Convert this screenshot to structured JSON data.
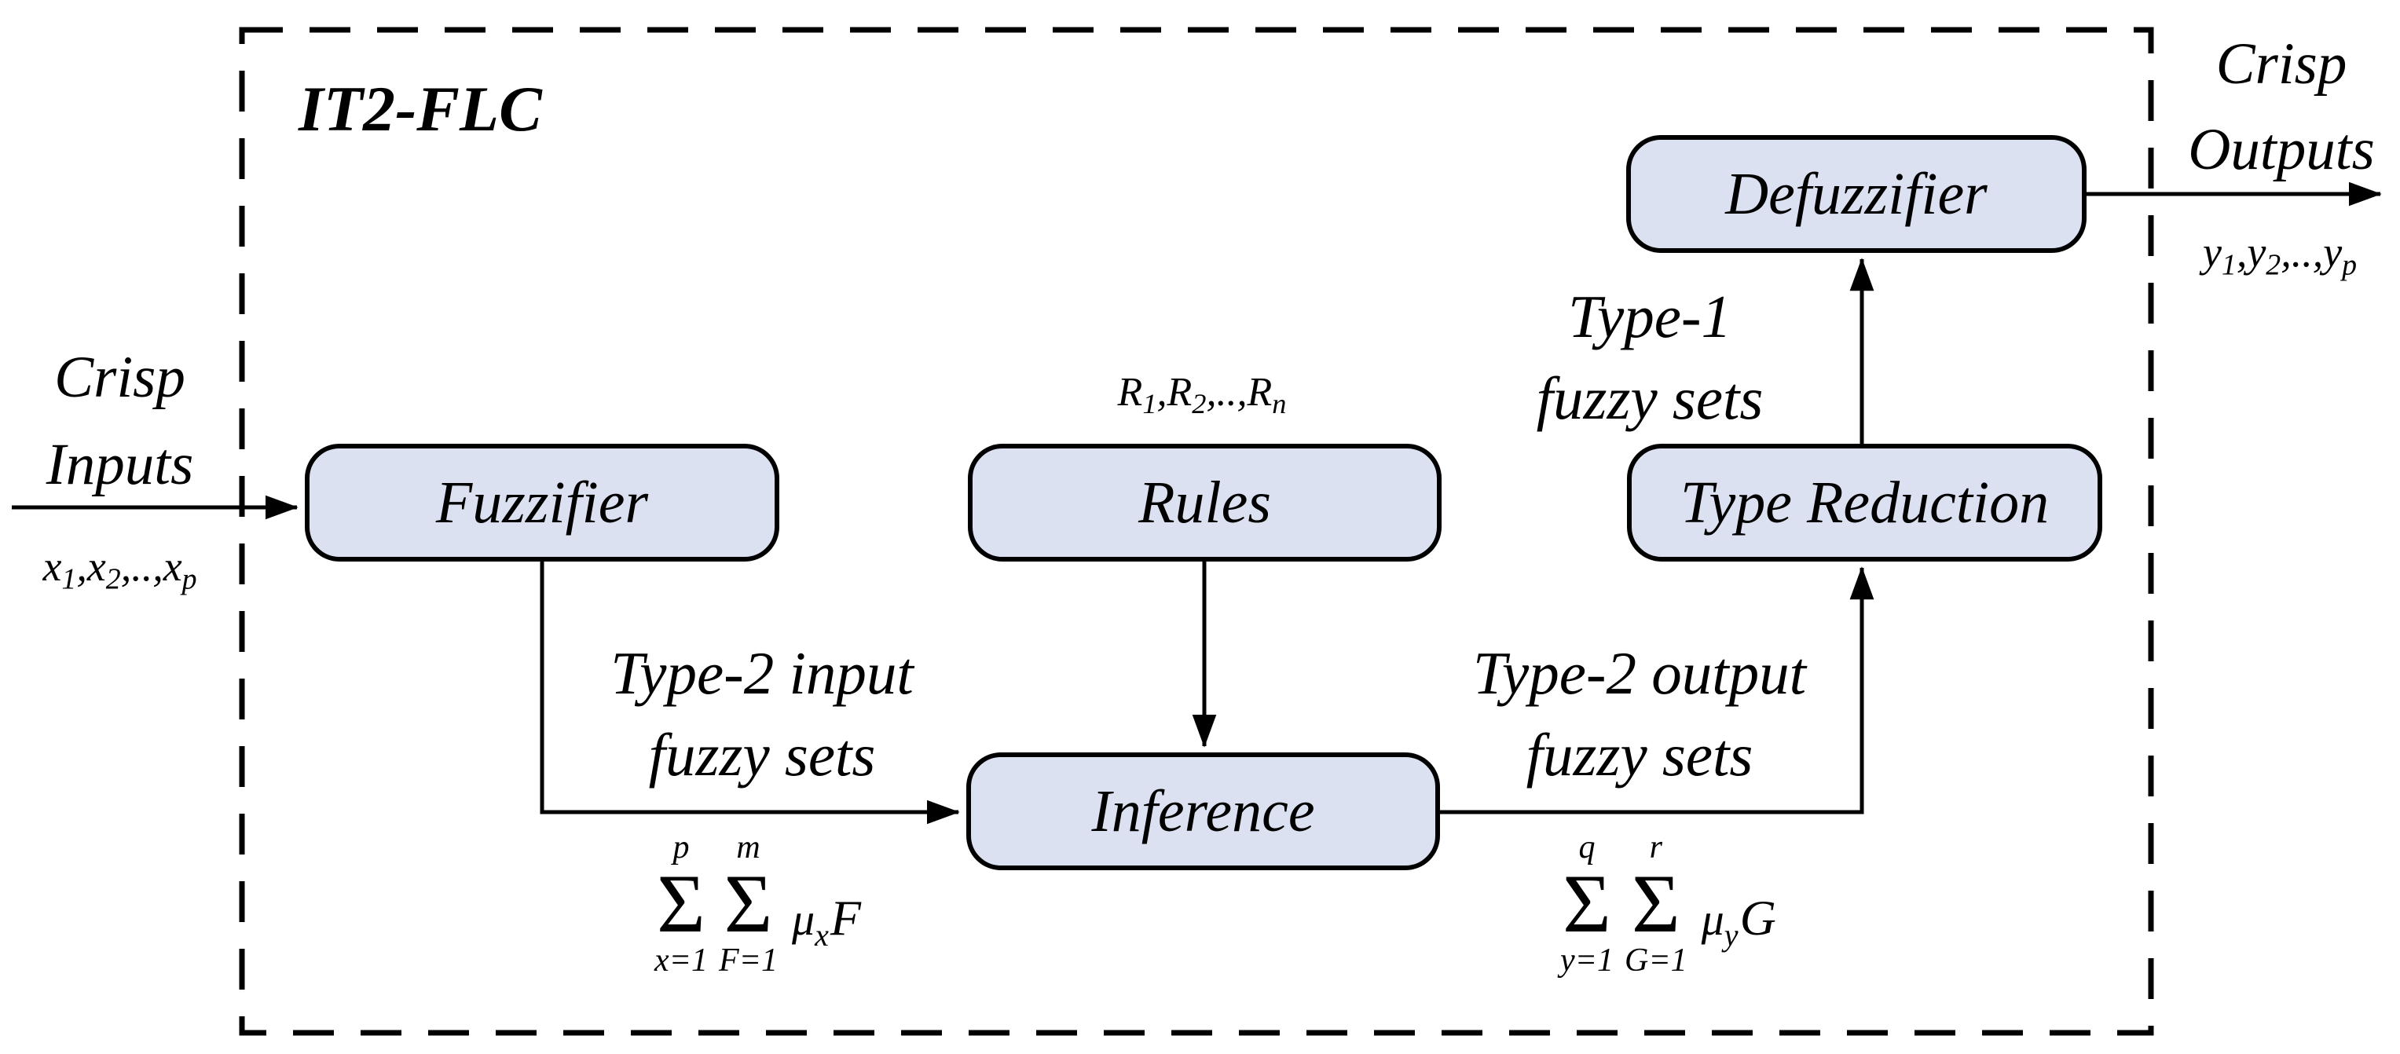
{
  "diagram": {
    "title": "IT2-FLC",
    "kind": "interval type-2 fuzzy logic controller block diagram"
  },
  "colors": {
    "block_fill": "#dce1f2",
    "block_border": "#000000",
    "line": "#000000",
    "background": "#ffffff"
  },
  "blocks": {
    "fuzzifier": "Fuzzifier",
    "rules": "Rules",
    "inference": "Inference",
    "type_reduction": "Type Reduction",
    "defuzzifier": "Defuzzifier"
  },
  "io": {
    "inputs": {
      "line1": "Crisp",
      "line2": "Inputs",
      "variables": [
        {
          "t": "x",
          "s": "1"
        },
        {
          "t": ",x",
          "s": "2"
        },
        {
          "t": ",..,x",
          "s": "p"
        }
      ]
    },
    "outputs": {
      "line1": "Crisp",
      "line2": "Outputs",
      "variables": [
        {
          "t": "y",
          "s": "1"
        },
        {
          "t": ",y",
          "s": "2"
        },
        {
          "t": ",..,y",
          "s": "p"
        }
      ]
    }
  },
  "rules_label": {
    "parts": [
      {
        "t": "R",
        "s": "1"
      },
      {
        "t": ",R",
        "s": "2"
      },
      {
        "t": ",..,R",
        "s": "n"
      }
    ]
  },
  "edge_labels": {
    "type2_input": {
      "line1": "Type-2 input",
      "line2": "fuzzy sets"
    },
    "type2_output": {
      "line1": "Type-2 output",
      "line2": "fuzzy sets"
    },
    "type1": {
      "line1": "Type-1",
      "line2": "fuzzy sets"
    }
  },
  "formulas": {
    "input": {
      "sum1": {
        "sup": "p",
        "sigma": "Σ",
        "sub": "x=1"
      },
      "sum2": {
        "sup": "m",
        "sigma": "Σ",
        "sub": "F=1"
      },
      "mu": "μ",
      "mu_sub": "x",
      "operand": "F"
    },
    "output": {
      "sum1": {
        "sup": "q",
        "sigma": "Σ",
        "sub": "y=1"
      },
      "sum2": {
        "sup": "r",
        "sigma": "Σ",
        "sub": "G=1"
      },
      "mu": "μ",
      "mu_sub": "y",
      "operand": "G"
    }
  }
}
